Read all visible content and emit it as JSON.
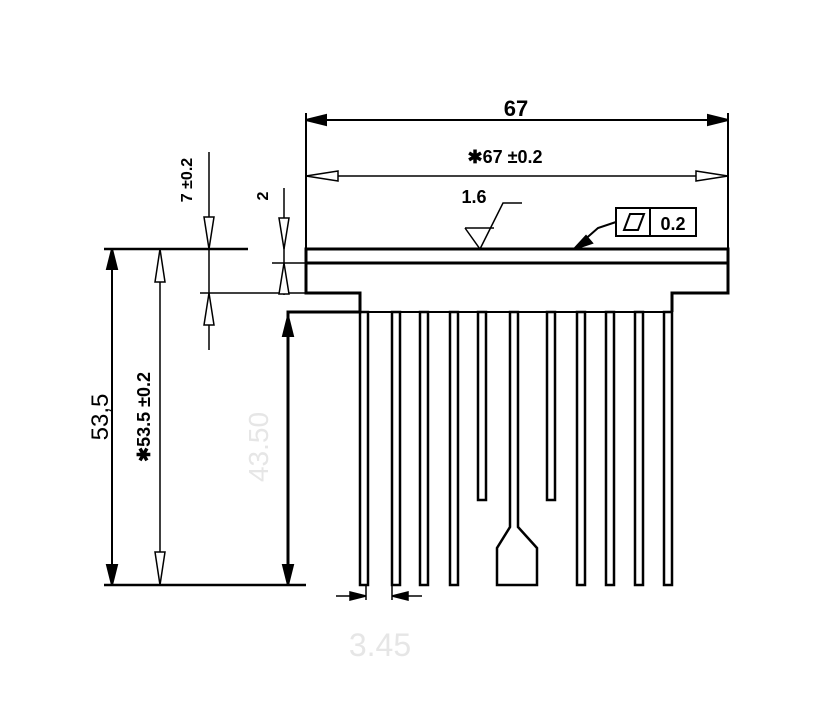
{
  "dimensions": {
    "overall_width": "67",
    "controlled_width": "✱67 ±0.2",
    "overall_height": "53,5",
    "controlled_height": "✱53.5 ±0.2",
    "base_thickness": "7 ±0.2",
    "plate_thickness": "2",
    "fin_height_faint": "43.50",
    "fin_gap_faint": "3.45"
  },
  "surface": {
    "roughness": "1.6"
  },
  "tolerance_frame": {
    "symbol": "flatness",
    "value": "0.2"
  },
  "colors": {
    "line": "#000000",
    "faint": "#e6e6e6",
    "background": "#ffffff"
  }
}
